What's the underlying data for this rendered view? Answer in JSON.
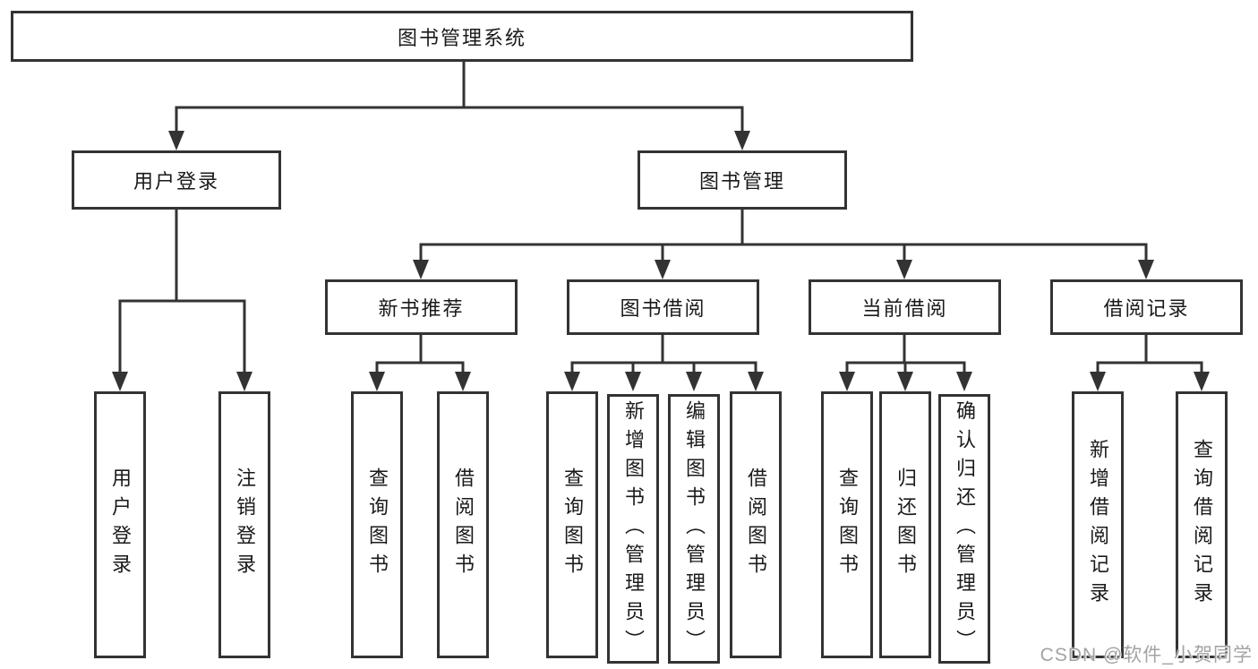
{
  "diagram_type": "hierarchy-tree",
  "tree": {
    "label": "图书管理系统",
    "children": [
      {
        "label": "用户登录",
        "children": [
          "用户登录",
          "注销登录"
        ]
      },
      {
        "label": "图书管理",
        "children": [
          {
            "label": "新书推荐",
            "children": [
              "查询图书",
              "借阅图书"
            ]
          },
          {
            "label": "图书借阅",
            "children": [
              "查询图书",
              "新增图书（管理员）",
              "编辑图书（管理员）",
              "借阅图书"
            ]
          },
          {
            "label": "当前借阅",
            "children": [
              "查询图书",
              "归还图书",
              "确认归还（管理员）"
            ]
          },
          {
            "label": "借阅记录",
            "children": [
              "新增借阅记录",
              "查询借阅记录"
            ]
          }
        ]
      }
    ]
  },
  "watermark": {
    "text": "CSDN @软件_小贺同学"
  },
  "colors": {
    "line": "#333333",
    "text": "#1a1a1a",
    "box_background": "#ffffff",
    "watermark": "#a3a3a3"
  }
}
